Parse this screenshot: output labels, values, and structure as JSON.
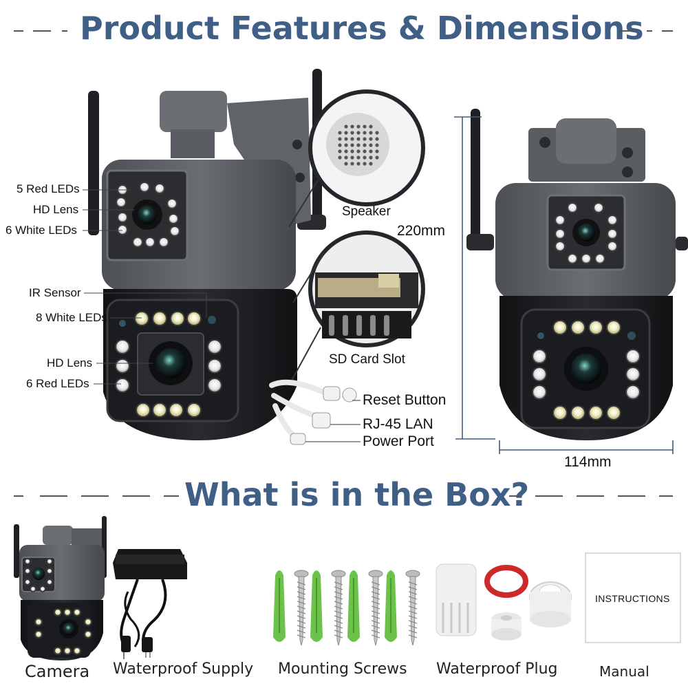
{
  "title": "Product Features & Dimensions",
  "box_title": "What is in the Box?",
  "callouts_top_camera": {
    "red_leds": "5 Red LEDs",
    "hd_lens": "HD Lens",
    "white_leds": "6 White LEDs"
  },
  "callouts_bottom_camera": {
    "ir_sensor": "IR Sensor",
    "white_leds": "8 White LEDs",
    "hd_lens": "HD Lens",
    "red_leds": "6 Red LEDs"
  },
  "details": {
    "speaker": "Speaker",
    "sd_card": "SD Card Slot",
    "reset": "Reset Button",
    "lan": "RJ-45 LAN",
    "power": "Power Port"
  },
  "dimensions": {
    "height": "220mm",
    "width": "114mm"
  },
  "box_items": {
    "camera": "Camera",
    "supply": "Waterproof Supply",
    "screws": "Mounting Screws",
    "plug": "Waterproof Plug",
    "manual": "Manual",
    "manual_cover": "INSTRUCTIONS"
  },
  "colors": {
    "heading": "#3f5f86",
    "camera_body": "#5b5e63",
    "camera_dark": "#1d1e21",
    "anchor_green": "#6cc24a",
    "seal_red": "#cc2a2a"
  }
}
